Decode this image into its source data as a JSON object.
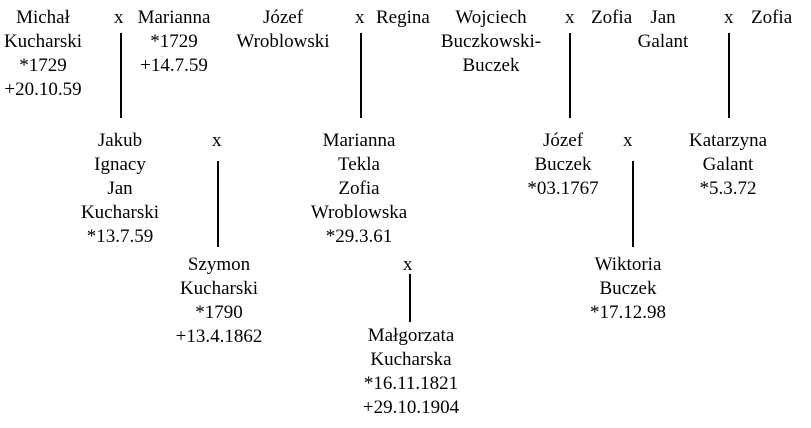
{
  "marriage_symbol": "x",
  "persons": {
    "michal": {
      "lines": [
        "Michał",
        "Kucharski",
        "*1729",
        "+20.10.59"
      ]
    },
    "marianna_k": {
      "lines": [
        "Marianna",
        "*1729",
        "+14.7.59"
      ]
    },
    "jozef_w": {
      "lines": [
        "Józef",
        "Wroblowski"
      ]
    },
    "regina": {
      "lines": [
        "Regina"
      ]
    },
    "wojciech": {
      "lines": [
        "Wojciech",
        "Buczkowski-",
        "Buczek"
      ]
    },
    "zofia_b": {
      "lines": [
        "Zofia"
      ]
    },
    "jan_galant": {
      "lines": [
        "Jan",
        "Galant"
      ]
    },
    "zofia_g": {
      "lines": [
        "Zofia"
      ]
    },
    "jakub": {
      "lines": [
        "Jakub",
        "Ignacy",
        "Jan",
        "Kucharski",
        "*13.7.59"
      ]
    },
    "marianna_w": {
      "lines": [
        "Marianna",
        "Tekla",
        "Zofia",
        "Wroblowska",
        "*29.3.61"
      ]
    },
    "jozef_b": {
      "lines": [
        "Józef",
        "Buczek",
        "*03.1767"
      ]
    },
    "katarzyna": {
      "lines": [
        "Katarzyna",
        "Galant",
        "*5.3.72"
      ]
    },
    "szymon": {
      "lines": [
        "Szymon",
        "Kucharski",
        "*1790",
        "+13.4.1862"
      ]
    },
    "wiktoria": {
      "lines": [
        "Wiktoria",
        "Buczek",
        "*17.12.98"
      ]
    },
    "malgorzata": {
      "lines": [
        "Małgorzata",
        "Kucharska",
        "*16.11.1821",
        "+29.10.1904"
      ]
    }
  }
}
